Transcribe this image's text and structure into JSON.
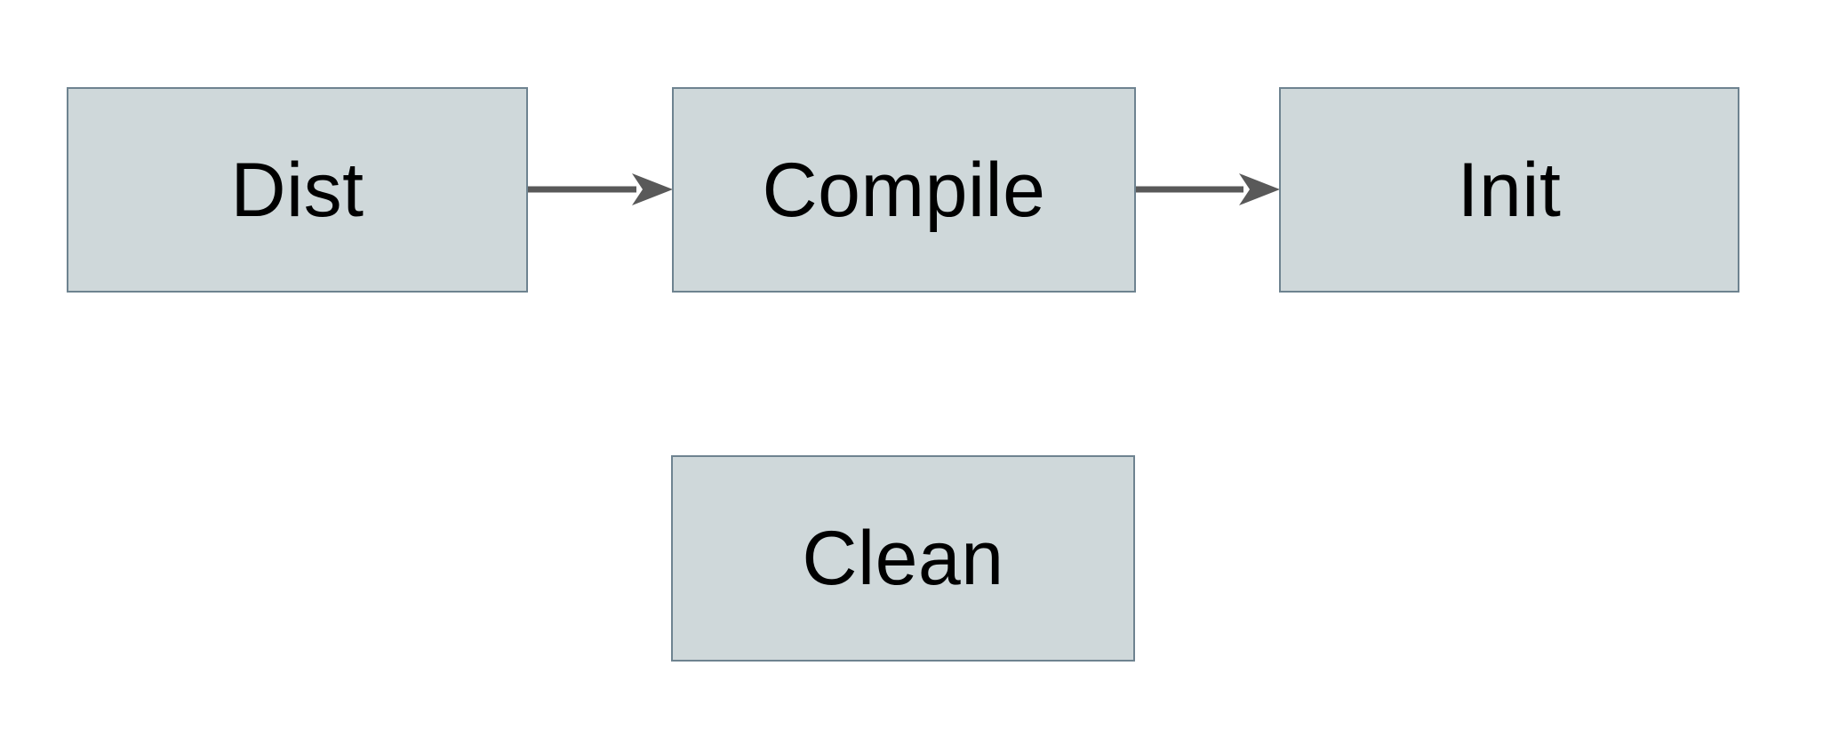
{
  "diagram": {
    "title": "",
    "nodes": [
      {
        "id": "dist",
        "label": "Dist"
      },
      {
        "id": "compile",
        "label": "Compile"
      },
      {
        "id": "init",
        "label": "Init"
      },
      {
        "id": "clean",
        "label": "Clean"
      }
    ],
    "edges": [
      {
        "from": "dist",
        "to": "compile",
        "direction": "right"
      },
      {
        "from": "compile",
        "to": "init",
        "direction": "right"
      }
    ],
    "colors": {
      "background": "#ffffff",
      "node_fill": "#cfd8da",
      "node_border": "#6e8390",
      "arrow": "#595959",
      "text": "#000000"
    }
  }
}
